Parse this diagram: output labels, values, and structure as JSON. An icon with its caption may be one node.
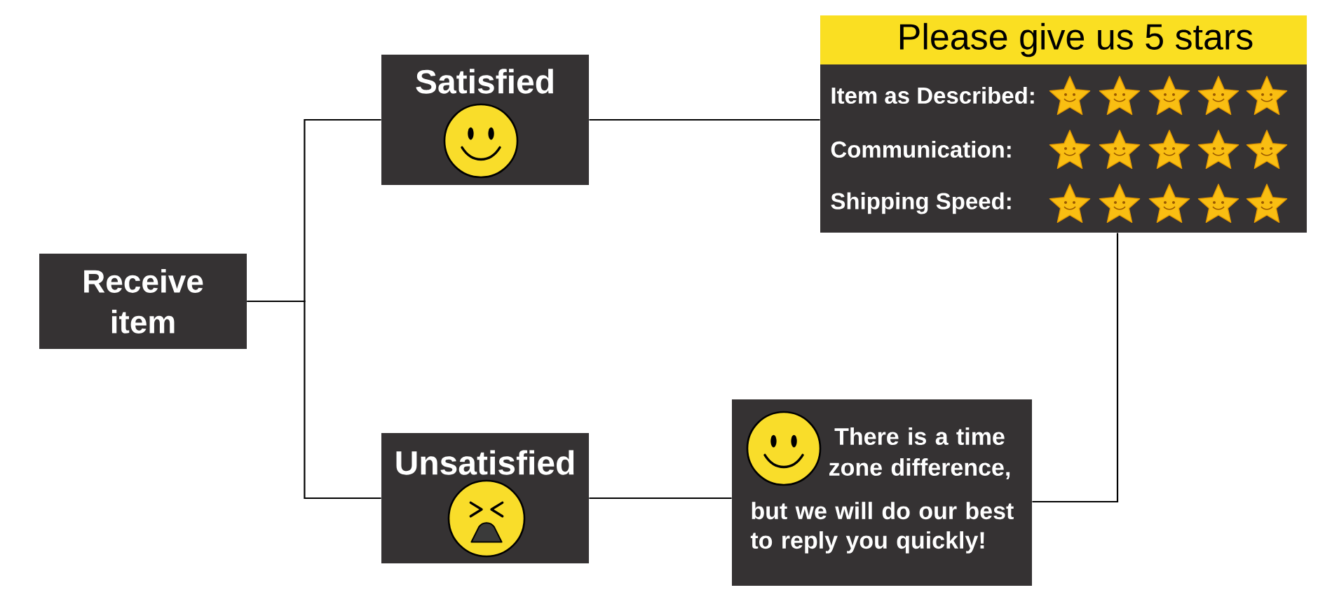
{
  "diagram": {
    "nodes": [
      {
        "text": [
          "Receive item"
        ]
      },
      {
        "text": [
          "Satisfied"
        ]
      },
      {
        "text": [
          "Please give us 5 stars",
          "Item as Described:",
          "Communication:",
          "Shipping Speed:"
        ]
      },
      {
        "text": [
          "Unsatisfied"
        ]
      },
      {
        "text": [
          "There is a time zone difference,",
          "but we will do our best to reply you quickly!"
        ]
      }
    ],
    "edges": [
      {
        "from": 0,
        "to": 1,
        "arrow": "none"
      },
      {
        "from": 0,
        "to": 3,
        "arrow": "none"
      },
      {
        "from": 1,
        "to": 2,
        "arrow": "none"
      },
      {
        "from": 3,
        "to": 4,
        "arrow": "none"
      },
      {
        "from": 4,
        "to": 2,
        "arrow": "none"
      }
    ]
  }
}
